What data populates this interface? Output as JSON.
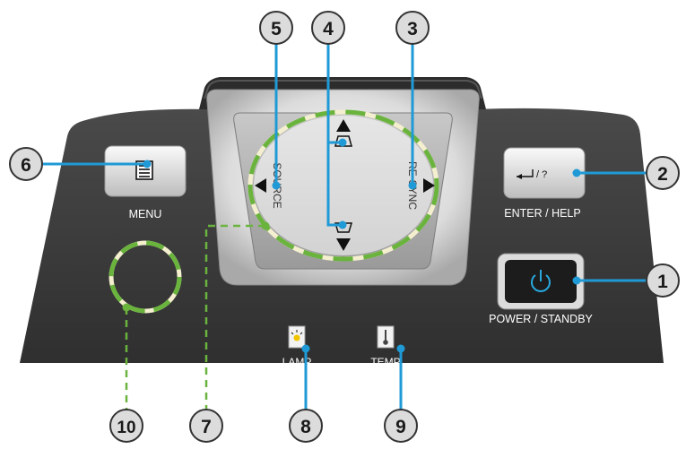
{
  "callouts": [
    {
      "number": "1"
    },
    {
      "number": "2"
    },
    {
      "number": "3"
    },
    {
      "number": "4"
    },
    {
      "number": "5"
    },
    {
      "number": "6"
    },
    {
      "number": "7"
    },
    {
      "number": "8"
    },
    {
      "number": "9"
    },
    {
      "number": "10"
    }
  ],
  "labels": {
    "menu": "MENU",
    "enter_help": "ENTER / HELP",
    "enter_glyph": "/ ?",
    "power_standby": "POWER / STANDBY",
    "lamp": "LAMP",
    "temp": "TEMP",
    "source": "SOURCE",
    "resync": "RE-SYNC"
  },
  "colors": {
    "panel": "#3b3b3b",
    "callout_line": "#1f9ad6",
    "ring_green": "#6ab43e",
    "ring_cream": "#f4efcf",
    "power_icon": "#29a9e0"
  },
  "icons": [
    "menu-icon",
    "enter-icon",
    "power-icon",
    "lamp-icon",
    "thermometer-icon",
    "keystone-up-icon",
    "keystone-down-icon"
  ]
}
